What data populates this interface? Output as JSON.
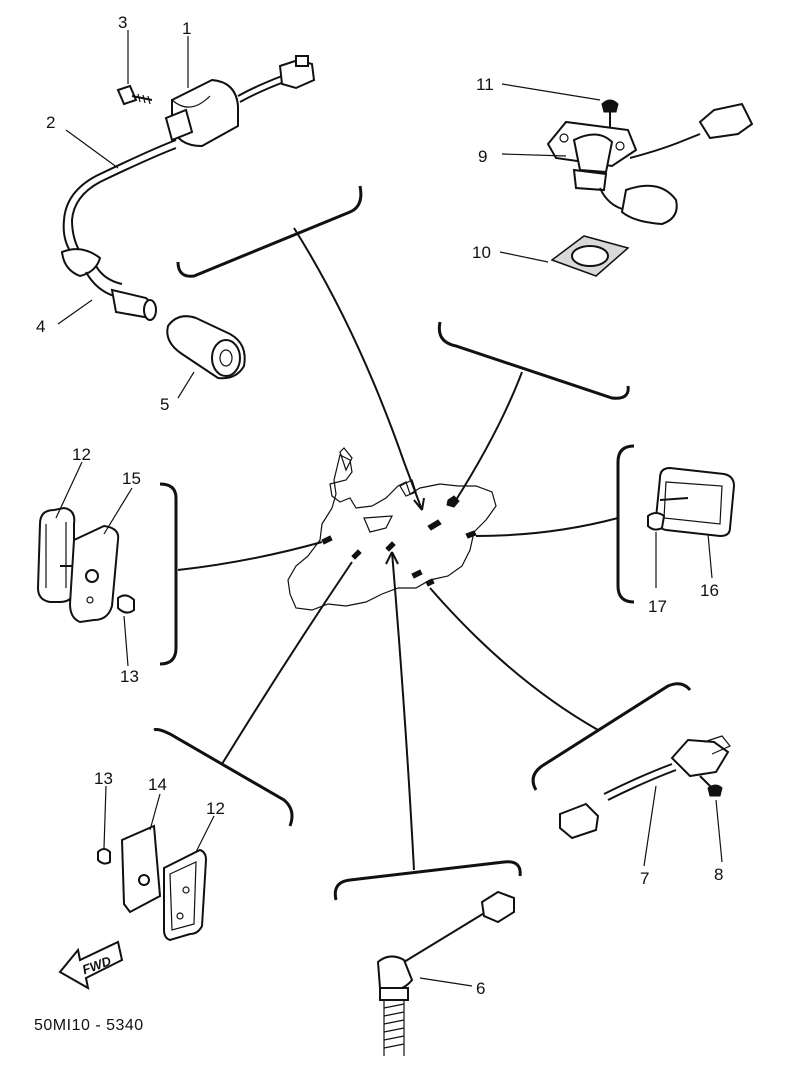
{
  "callouts": {
    "c1": "1",
    "c2": "2",
    "c3": "3",
    "c4": "4",
    "c5": "5",
    "c6": "6",
    "c7": "7",
    "c8": "8",
    "c9": "9",
    "c10": "10",
    "c11": "11",
    "c12a": "12",
    "c12b": "12",
    "c13a": "13",
    "c13b": "13",
    "c14": "14",
    "c15": "15",
    "c16": "16",
    "c17": "17"
  },
  "fwd_label": "FWD",
  "diagram_code": "50MI10 - 5340"
}
